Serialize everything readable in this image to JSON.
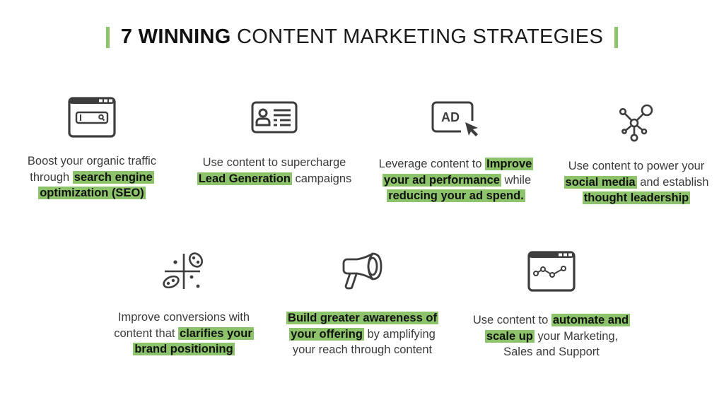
{
  "title": {
    "bold": "7 WINNING",
    "regular": "CONTENT MARKETING STRATEGIES",
    "accent_color": "#8dc46b"
  },
  "strategies": [
    {
      "icon": "browser-search-icon",
      "segments": [
        {
          "text": "Boost your organic traffic through ",
          "hl": false
        },
        {
          "text": "search engine optimization (SEO)",
          "hl": true
        }
      ]
    },
    {
      "icon": "contact-card-icon",
      "segments": [
        {
          "text": "Use content to supercharge ",
          "hl": false
        },
        {
          "text": "Lead Generation",
          "hl": true
        },
        {
          "text": " campaigns",
          "hl": false
        }
      ]
    },
    {
      "icon": "ad-click-icon",
      "icon_label": "AD",
      "segments": [
        {
          "text": "Leverage content to ",
          "hl": false
        },
        {
          "text": "Improve your ad performance",
          "hl": true
        },
        {
          "text": " while ",
          "hl": false
        },
        {
          "text": "reducing your ad spend.",
          "hl": true
        }
      ]
    },
    {
      "icon": "social-network-icon",
      "segments": [
        {
          "text": "Use content to power your ",
          "hl": false
        },
        {
          "text": "social media",
          "hl": true
        },
        {
          "text": " and establish ",
          "hl": false
        },
        {
          "text": "thought leadership",
          "hl": true
        }
      ]
    },
    {
      "icon": "positioning-matrix-icon",
      "segments": [
        {
          "text": "Improve conversions with content that ",
          "hl": false
        },
        {
          "text": "clarifies your brand positioning",
          "hl": true
        }
      ]
    },
    {
      "icon": "megaphone-icon",
      "segments": [
        {
          "text": "Build greater awareness of your offering",
          "hl": true
        },
        {
          "text": " by amplifying your reach through content",
          "hl": false
        }
      ]
    },
    {
      "icon": "browser-chart-icon",
      "segments": [
        {
          "text": "Use content to ",
          "hl": false
        },
        {
          "text": "automate and scale up",
          "hl": true
        },
        {
          "text": " your Marketing, Sales and Support",
          "hl": false
        }
      ]
    }
  ]
}
